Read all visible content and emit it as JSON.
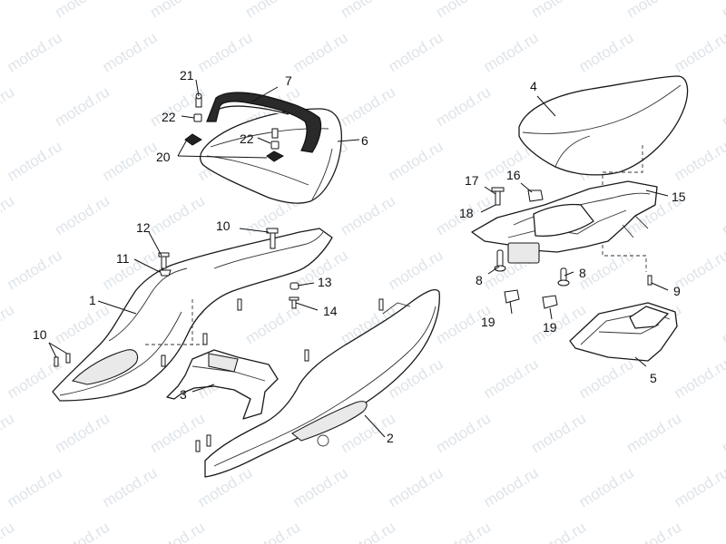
{
  "watermark": {
    "text": "motod.ru"
  },
  "callouts": {
    "c1": "1",
    "c2": "2",
    "c3": "3",
    "c4": "4",
    "c5": "5",
    "c6": "6",
    "c7": "7",
    "c8a": "8",
    "c8b": "8",
    "c9": "9",
    "c10a": "10",
    "c10b": "10",
    "c11": "11",
    "c12": "12",
    "c13": "13",
    "c14": "14",
    "c15": "15",
    "c16": "16",
    "c17": "17",
    "c18": "18",
    "c19a": "19",
    "c19b": "19",
    "c20": "20",
    "c21": "21",
    "c22a": "22",
    "c22b": "22"
  },
  "colors": {
    "line": "#1a1a1a",
    "watermark": "#b7c4cf",
    "background": "#ffffff"
  }
}
